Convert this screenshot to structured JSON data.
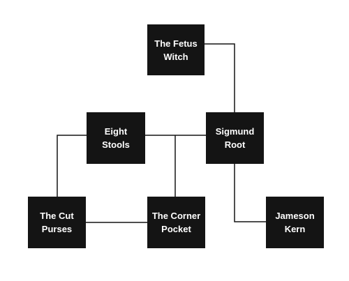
{
  "diagram": {
    "nodes": {
      "fetus_witch": "The Fetus\nWitch",
      "eight_stools": "Eight\nStools",
      "sigmund_root": "Sigmund\nRoot",
      "cut_purses": "The Cut\nPurses",
      "corner_pocket": "The Corner\nPocket",
      "jameson_kern": "Jameson\nKern"
    },
    "colors": {
      "node_fill": "#141414",
      "node_text": "#ffffff",
      "connector": "#141414",
      "background": "#ffffff"
    }
  }
}
